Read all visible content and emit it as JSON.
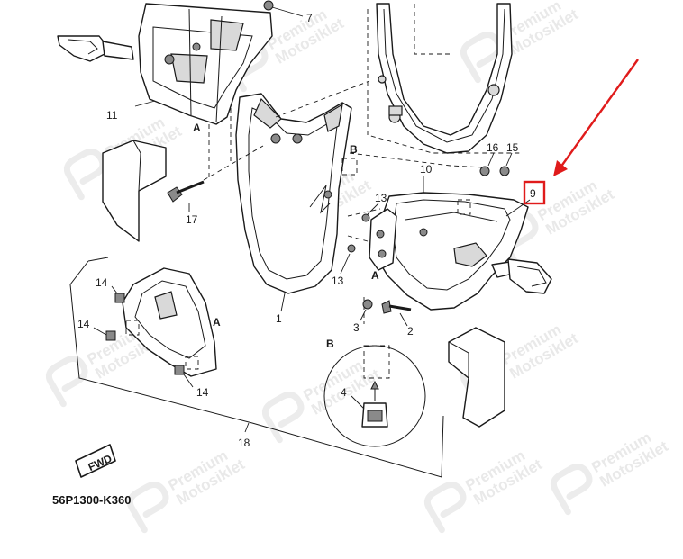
{
  "diagram": {
    "catalog_code": "56P1300-K360",
    "direction_badge": "FWD",
    "detail_letter_a": "A",
    "detail_letter_b": "B",
    "highlight_color": "#e01b1b",
    "watermark": {
      "line1": "Premium",
      "line2": "Motosiklet"
    },
    "callouts": {
      "c1": "1",
      "c2": "2",
      "c3": "3",
      "c4": "4",
      "c7": "7",
      "c9": "9",
      "c10": "10",
      "c11": "11",
      "c13a": "13",
      "c13b": "13",
      "c14a": "14",
      "c14b": "14",
      "c14c": "14",
      "c15": "15",
      "c16": "16",
      "c17": "17",
      "c18": "18"
    }
  }
}
